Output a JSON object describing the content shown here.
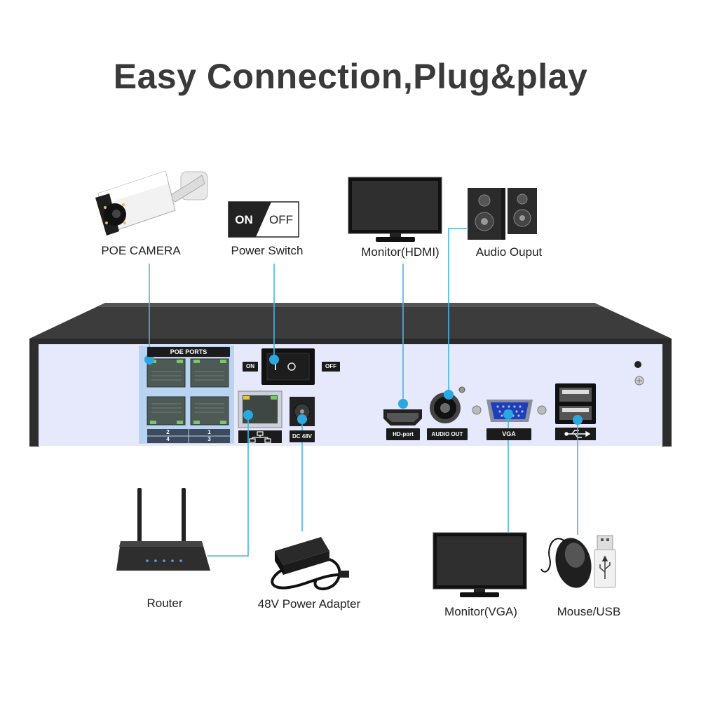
{
  "title": "Easy Connection,Plug&play",
  "devices": {
    "poe_camera": "POE CAMERA",
    "power_switch": "Power Switch",
    "monitor_hdmi": "Monitor(HDMI)",
    "audio_output": "Audio Ouput",
    "router": "Router",
    "power_adapter": "48V Power Adapter",
    "monitor_vga": "Monitor(VGA)",
    "mouse_usb": "Mouse/USB"
  },
  "switch_badge": {
    "on": "ON",
    "off": "OFF"
  },
  "panel": {
    "poe_ports_label": "POE PORTS",
    "port_numbers_top": [
      "2",
      "1"
    ],
    "port_numbers_bottom": [
      "4",
      "3"
    ],
    "on_label": "ON",
    "off_label": "OFF",
    "dc_label": "DC 48V",
    "hd_port_label": "HD-port",
    "audio_out_label": "AUDIO OUT",
    "vga_label": "VGA"
  },
  "colors": {
    "panel": "#e6e8fb",
    "chassis": "#3b3b3b",
    "wire": "#48b4e4",
    "poe_zone": "#b9d3f2"
  },
  "icons": [
    "camera-icon",
    "speaker-icon",
    "monitor-icon",
    "router-icon",
    "power-adapter-icon",
    "mouse-icon",
    "usb-drive-icon",
    "network-icon",
    "usb-symbol-icon"
  ]
}
